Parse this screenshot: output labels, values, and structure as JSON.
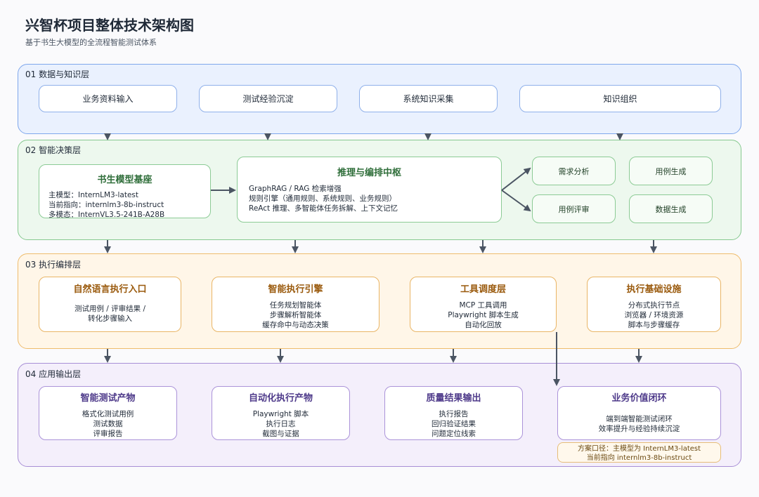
{
  "header": {
    "title": "兴智杯项目整体技术架构图",
    "subtitle": "基于书生大模型的全流程智能测试体系"
  },
  "layers": {
    "data": {
      "label": "01  数据与知识层",
      "items": [
        "业务资料输入",
        "测试经验沉淀",
        "系统知识采集",
        "知识组织"
      ]
    },
    "decision": {
      "label": "02  智能决策层",
      "model": {
        "title": "书生模型基座",
        "lines": [
          "主模型：InternLM3-latest",
          "当前指向：internlm3-8b-instruct",
          "多模态：InternVL3.5-241B-A28B"
        ]
      },
      "hub": {
        "title": "推理与编排中枢",
        "lines": [
          "GraphRAG / RAG 检索增强",
          "规则引擎（通用规则、系统规则、业务规则）",
          "ReAct 推理、多智能体任务拆解、上下文记忆"
        ]
      },
      "outputs": [
        "需求分析",
        "用例生成",
        "用例评审",
        "数据生成"
      ]
    },
    "execution": {
      "label": "03  执行编排层",
      "cards": [
        {
          "title": "自然语言执行入口",
          "lines": [
            "测试用例 / 评审结果 /",
            "转化步骤输入"
          ]
        },
        {
          "title": "智能执行引擎",
          "lines": [
            "任务规划智能体",
            "步骤解析智能体",
            "缓存命中与动态决策"
          ]
        },
        {
          "title": "工具调度层",
          "lines": [
            "MCP 工具调用",
            "Playwright 脚本生成",
            "自动化回放"
          ]
        },
        {
          "title": "执行基础设施",
          "lines": [
            "分布式执行节点",
            "浏览器 / 环境资源",
            "脚本与步骤缓存"
          ]
        }
      ]
    },
    "output": {
      "label": "04  应用输出层",
      "cards": [
        {
          "title": "智能测试产物",
          "lines": [
            "格式化测试用例",
            "测试数据",
            "评审报告"
          ]
        },
        {
          "title": "自动化执行产物",
          "lines": [
            "Playwright 脚本",
            "执行日志",
            "截图与证据"
          ]
        },
        {
          "title": "质量结果输出",
          "lines": [
            "执行报告",
            "回归验证结果",
            "问题定位线索"
          ]
        },
        {
          "title": "业务价值闭环",
          "lines": [
            "端到端智能测试闭环",
            "效率提升与经验持续沉淀"
          ]
        }
      ],
      "note": [
        "方案口径：主模型为 InternLM3-latest",
        "当前指向 internlm3-8b-instruct"
      ]
    }
  }
}
